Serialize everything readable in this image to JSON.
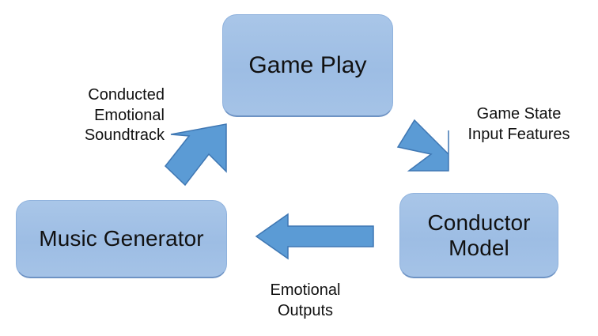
{
  "diagram": {
    "title": "Game Play / Conductor Model / Music Generator feedback loop",
    "background_color": "#ffffff",
    "node_fill_color": "#a9c6e8",
    "node_border_color": "#8fb2dd",
    "arrow_color": "#5b9bd5",
    "arrow_border_color": "#3f77b3",
    "text_color": "#111111",
    "nodes": [
      {
        "id": "game-play",
        "label": "Game Play",
        "shape": "rounded-rectangle"
      },
      {
        "id": "conductor-model",
        "label": "Conductor\nModel",
        "shape": "rounded-rectangle"
      },
      {
        "id": "music-generator",
        "label": "Music Generator",
        "shape": "rounded-rectangle"
      }
    ],
    "edges": [
      {
        "id": "game-play-to-conductor-model",
        "from": "game-play",
        "to": "conductor-model",
        "label": "Game State\nInput Features",
        "arrow_direction": "down-right"
      },
      {
        "id": "conductor-model-to-music-generator",
        "from": "conductor-model",
        "to": "music-generator",
        "label": "Emotional\nOutputs",
        "arrow_direction": "left"
      },
      {
        "id": "music-generator-to-game-play",
        "from": "music-generator",
        "to": "game-play",
        "label": "Conducted\nEmotional\nSoundtrack",
        "arrow_direction": "up-right"
      }
    ]
  }
}
